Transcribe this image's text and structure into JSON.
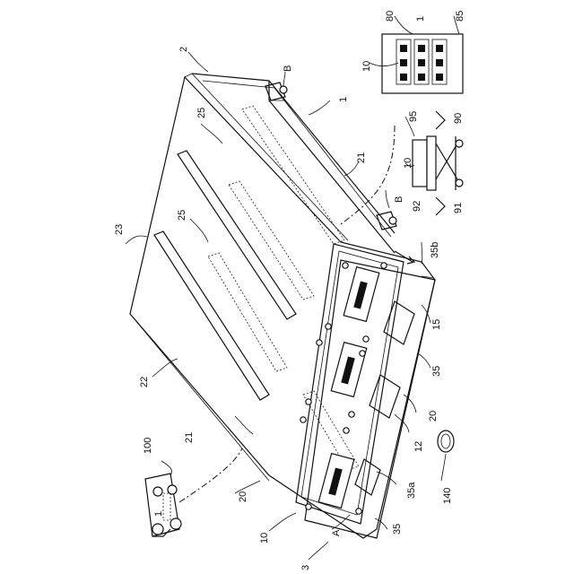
{
  "labels": {
    "l100": "100",
    "l2": "2",
    "lB_top": "B",
    "l1_main": "1",
    "l80": "80",
    "l1_rack": "1",
    "l85": "85",
    "l10_rack": "10",
    "l95": "95",
    "l90": "90",
    "l25_top": "25",
    "l21_right": "21",
    "l10_lift": "10",
    "lB_bottom": "B",
    "l92": "92",
    "l91": "91",
    "l23": "23",
    "l25_mid": "25",
    "l35b": "35b",
    "l15": "15",
    "l22": "22",
    "l35_right": "35",
    "l20": "20",
    "l12": "12",
    "l21_left": "21",
    "l1_car": "1",
    "l20_left": "20",
    "l10_front": "10",
    "l35a": "35a",
    "l140": "140",
    "lA": "A",
    "l35_bottom": "35",
    "l3": "3"
  },
  "icons": {
    "vehicle": "vehicle-icon",
    "battery_rack": "battery-rack-icon",
    "lift": "scissor-lift-icon",
    "bin": "ring-bin-icon"
  }
}
